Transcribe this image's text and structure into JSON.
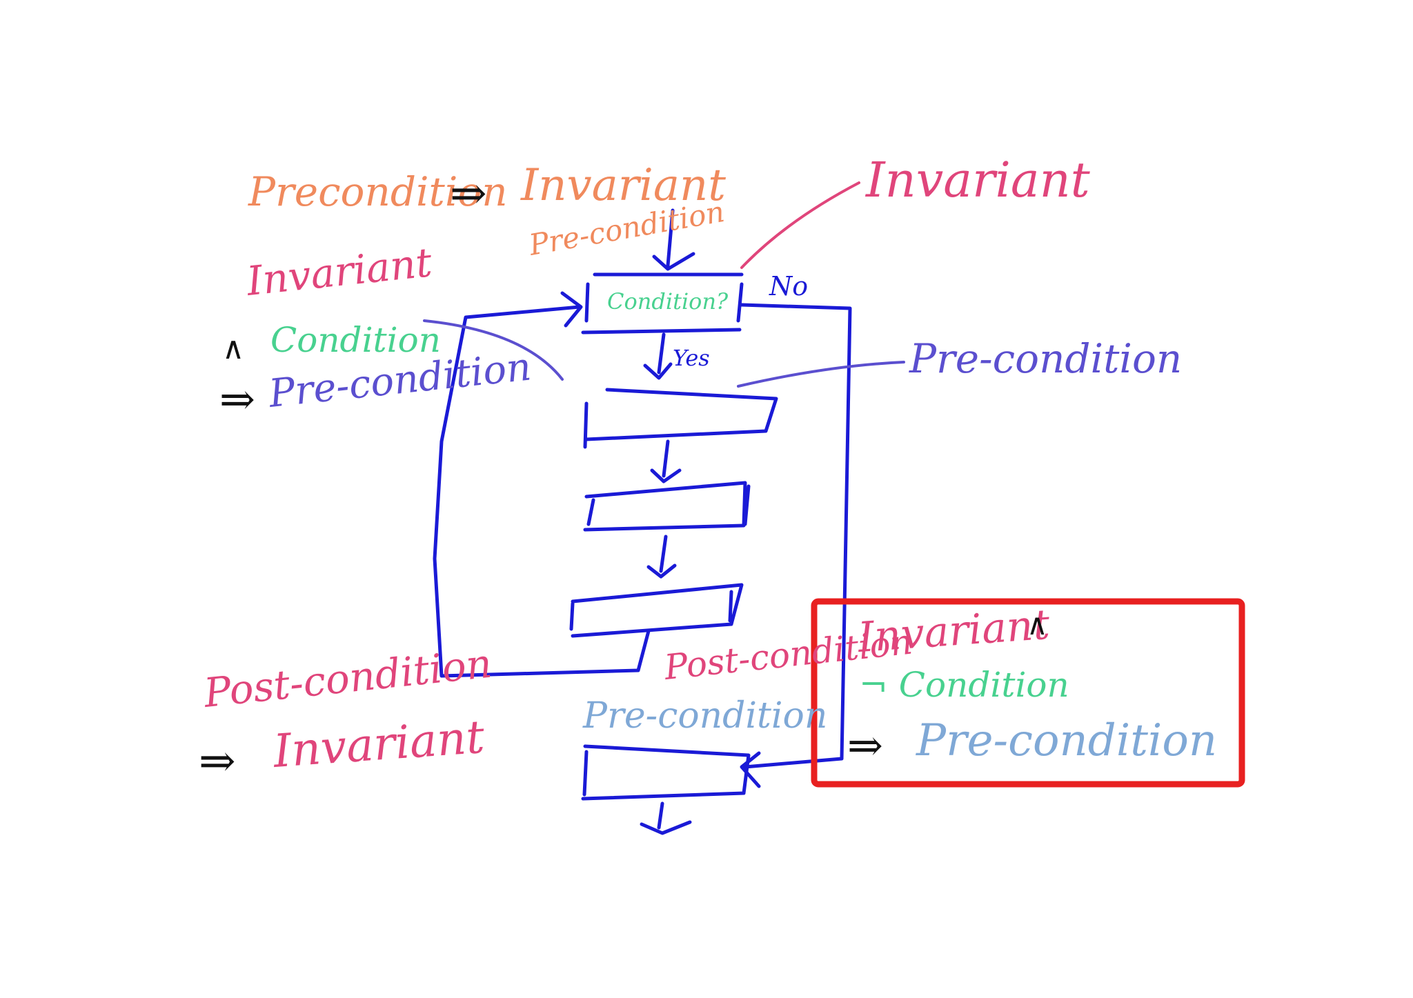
{
  "colors": {
    "flow": "#1a1ad6",
    "pre_orange": "#f08a5d",
    "invariant_pink": "#e0457b",
    "condition_green": "#48d18f",
    "pre_purple": "#5b4fcf",
    "pre_lightblue": "#7fa8d6",
    "ink_black": "#111111",
    "highlight_red": "#e82020"
  },
  "top": {
    "precondition": "Precondition",
    "implies": "⇒",
    "invariant": "Invariant"
  },
  "callout_invariant": "Invariant",
  "entry_precondition": "Pre-condition",
  "decision": {
    "label": "Condition?",
    "yes": "Yes",
    "no": "No"
  },
  "left_block": {
    "invariant": "Invariant",
    "and": "∧",
    "condition": "Condition",
    "implies": "⇒",
    "precondition": "Pre-condition"
  },
  "right_precondition": "Pre-condition",
  "loop_postcondition": "Post-condition",
  "bottom_left": {
    "postcondition": "Post-condition",
    "implies": "⇒",
    "invariant": "Invariant"
  },
  "exit_precondition": "Pre-condition",
  "highlight_box": {
    "invariant": "Invariant",
    "and": "∧",
    "not_condition": "¬ Condition",
    "implies": "⇒",
    "precondition": "Pre-condition"
  }
}
